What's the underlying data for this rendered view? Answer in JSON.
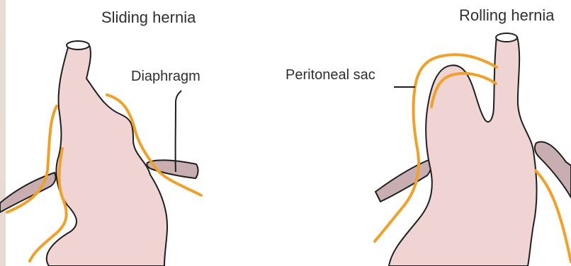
{
  "titles": {
    "left": "Sliding hernia",
    "right": "Rolling hernia"
  },
  "labels": {
    "diaphragm": "Diaphragm",
    "peritoneal_sac": "Peritoneal sac"
  },
  "colors": {
    "stomach_fill": "#efd4d3",
    "outline": "#1f1f1f",
    "peritoneum": "#f0a12a",
    "diaphragm_fill": "#c8aeb1",
    "background": "#e7dad3"
  }
}
